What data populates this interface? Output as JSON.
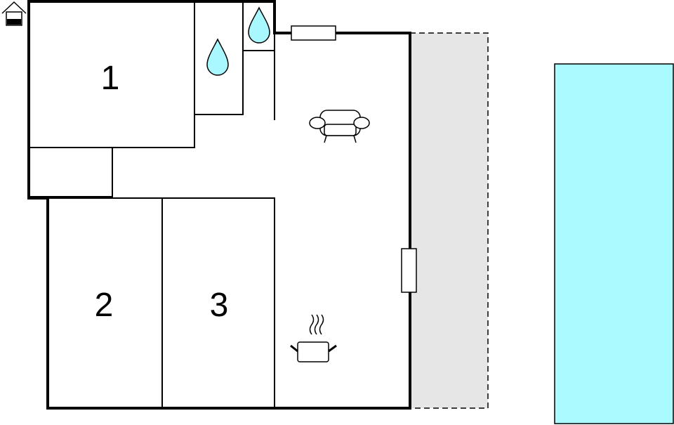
{
  "floor_plan": {
    "rooms": [
      {
        "label": "1"
      },
      {
        "label": "2"
      },
      {
        "label": "3"
      }
    ],
    "icons": {
      "entrance": "house-entrance-icon",
      "water": "water-drop-icon",
      "living": "armchair-icon",
      "kitchen": "cooking-pot-icon"
    },
    "colors": {
      "wall": "#000000",
      "water_fill": "#aaf8ff",
      "pool_fill": "#aafbff",
      "terrace_fill": "#e6e6e6",
      "background": "#ffffff"
    }
  }
}
